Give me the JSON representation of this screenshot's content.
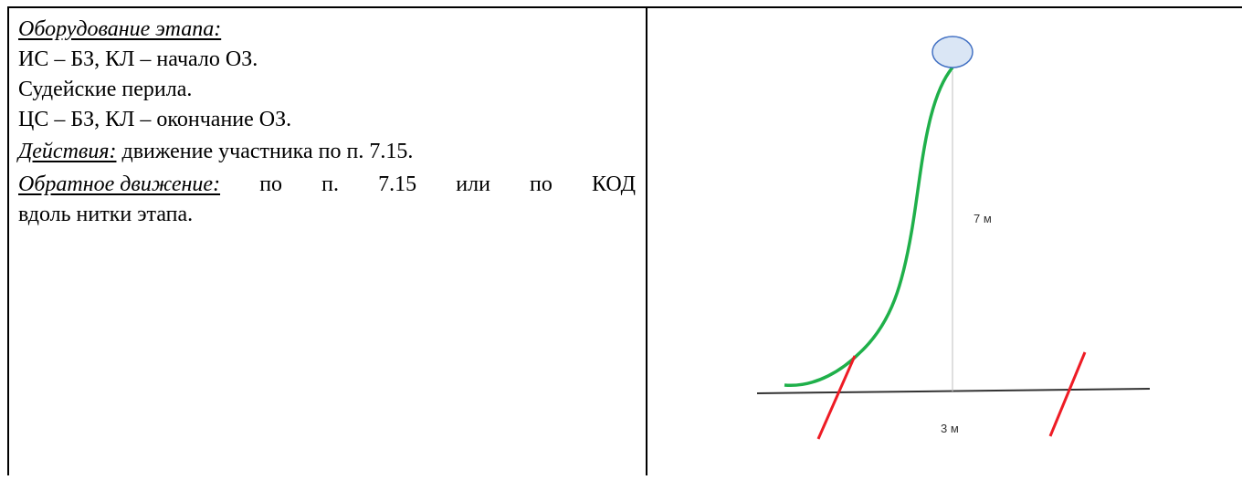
{
  "equipment": {
    "heading": "Оборудование этапа:",
    "line1": "ИС – БЗ, КЛ – начало ОЗ.",
    "line2": "Судейские перила.",
    "line3": "ЦС – БЗ, КЛ – окончание ОЗ."
  },
  "actions": {
    "heading": "Действия:",
    "text": " движение участника по п. 7.15."
  },
  "reverse": {
    "heading": "Обратное движение:",
    "words": [
      "по",
      "п.",
      "7.15",
      "или",
      "по",
      "КОД"
    ],
    "line2": "вдоль нитки этапа."
  },
  "diagram": {
    "height_label": "7 м",
    "width_label": "3 м",
    "colors": {
      "route": "#1fb04a",
      "markers": "#ee1c25",
      "point_fill": "#dae6f5",
      "point_stroke": "#4472c4",
      "ground": "#333333",
      "vertical": "#bfbfbf"
    }
  }
}
